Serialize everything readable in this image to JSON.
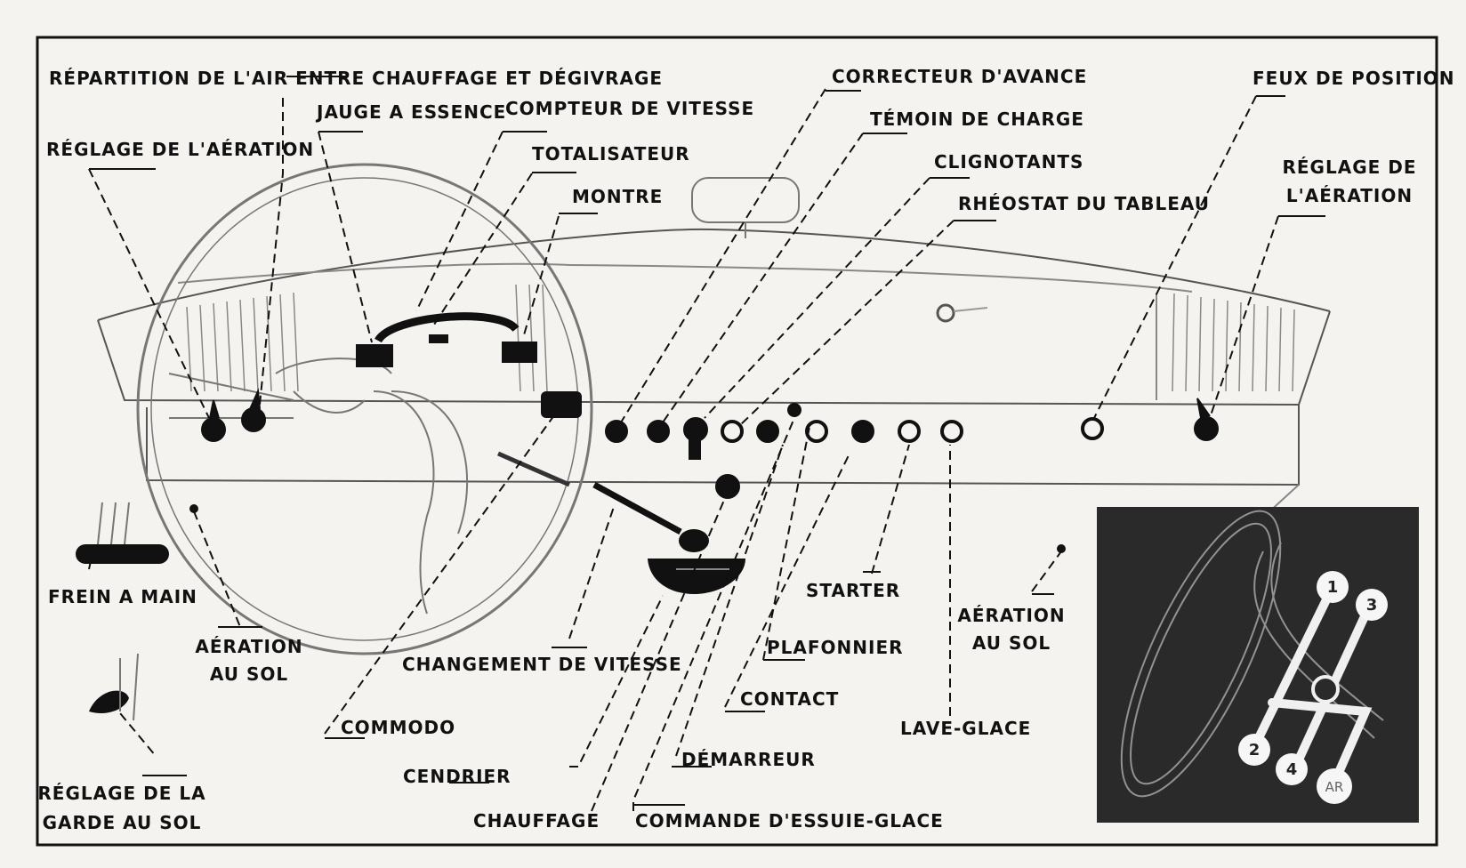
{
  "labels": {
    "repartition_air": "RÉPARTITION DE L'AIR ENTRE CHAUFFAGE ET DÉGIVRAGE",
    "jauge_essence": "JAUGE A ESSENCE",
    "compteur_vitesse": "COMPTEUR DE VITESSE",
    "totalisateur": "TOTALISATEUR",
    "montre": "MONTRE",
    "reglage_aeration_left": "RÉGLAGE DE L'AÉRATION",
    "correcteur_avance": "CORRECTEUR D'AVANCE",
    "temoin_charge": "TÉMOIN DE CHARGE",
    "clignotants": "CLIGNOTANTS",
    "rheostat": "RHÉOSTAT DU TABLEAU",
    "feux_position": "FEUX DE POSITION",
    "reglage_aeration_right_1": "RÉGLAGE DE",
    "reglage_aeration_right_2": "L'AÉRATION",
    "frein_main": "FREIN A MAIN",
    "aeration_sol_left_1": "AÉRATION",
    "aeration_sol_left_2": "AU SOL",
    "reglage_garde_1": "RÉGLAGE DE LA",
    "reglage_garde_2": "GARDE AU SOL",
    "commodo": "COMMODO",
    "changement_vitesse": "CHANGEMENT DE VITESSE",
    "cendrier": "CENDRIER",
    "chauffage": "CHAUFFAGE",
    "commande_essuie": "COMMANDE D'ESSUIE-GLACE",
    "demarreur": "DÉMARREUR",
    "contact": "CONTACT",
    "plafonnier": "PLAFONNIER",
    "starter": "STARTER",
    "lave_glace": "LAVE-GLACE",
    "aeration_sol_right_1": "AÉRATION",
    "aeration_sol_right_2": "AU SOL"
  },
  "gear_pattern": {
    "positions": [
      "1",
      "2",
      "3",
      "4",
      "AR"
    ]
  },
  "colors": {
    "ink": "#111111",
    "paper": "#f4f3ef",
    "inset_bg": "#2a2a2a",
    "inset_line": "#e8e8e8"
  }
}
